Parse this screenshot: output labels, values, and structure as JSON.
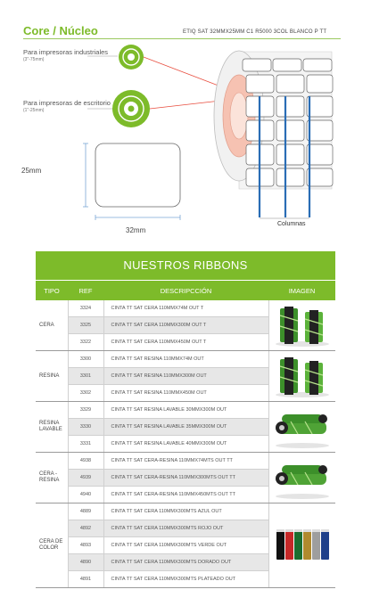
{
  "header": {
    "title": "Core / Núcleo",
    "product_name": "ETIQ SAT 32MMX25MM C1 R5000 3COL BLANCO P TT"
  },
  "cores": {
    "industrial": {
      "label": "Para impresoras industriales",
      "size": "(3\"-75mm)"
    },
    "desktop": {
      "label": "Para impresoras de escritorio",
      "size": "(1\"-25mm)"
    }
  },
  "dimensions": {
    "height": "25mm",
    "width": "32mm",
    "columns": "Columnas"
  },
  "colors": {
    "brand_green": "#7dbb2a",
    "roll_pink": "#f3b5a5",
    "column_blue": "#2a6db5"
  },
  "table": {
    "title": "NUESTROS RIBBONS",
    "headers": {
      "tipo": "TIPO",
      "ref": "REF",
      "desc": "DESCRIPCCIÓN",
      "img": "IMAGEN"
    },
    "groups": [
      {
        "tipo": "CERA",
        "image": "ribbon-rolls-green",
        "rows": [
          {
            "ref": "3324",
            "desc": "CINTA TT SAT CERA 110MMX74M OUT T"
          },
          {
            "ref": "3325",
            "desc": "CINTA TT SAT CERA 110MMX300M OUT T"
          },
          {
            "ref": "3322",
            "desc": "CINTA TT SAT CERA 110MMX450M OUT T"
          }
        ]
      },
      {
        "tipo": "RESINA",
        "image": "ribbon-rolls-green",
        "rows": [
          {
            "ref": "3300",
            "desc": "CINTA TT SAT RESINA 110MMX74M OUT"
          },
          {
            "ref": "3301",
            "desc": "CINTA TT SAT RESINA 110MMX300M OUT"
          },
          {
            "ref": "3302",
            "desc": "CINTA TT SAT RESINA 110MMX450M OUT"
          }
        ]
      },
      {
        "tipo": "RESINA LAVABLE",
        "image": "ribbon-rolls-lying",
        "rows": [
          {
            "ref": "3329",
            "desc": "CINTA TT SAT RESINA LAVABLE 30MMX300M OUT"
          },
          {
            "ref": "3330",
            "desc": "CINTA TT SAT RESINA LAVABLE 35MMX300M OUT"
          },
          {
            "ref": "3331",
            "desc": "CINTA TT SAT RESINA LAVABLE 40MMX300M OUT"
          }
        ]
      },
      {
        "tipo": "CERA - RESINA",
        "image": "ribbon-rolls-lying",
        "rows": [
          {
            "ref": "4938",
            "desc": "CINTA TT SAT CERA-RESINA 110MMX74MTS OUT TT"
          },
          {
            "ref": "4939",
            "desc": "CINTA TT SAT CERA-RESINA 110MMX300MTS OUT TT"
          },
          {
            "ref": "4940",
            "desc": "CINTA TT SAT CERA-RESINA 110MMX450MTS OUT TT"
          }
        ]
      },
      {
        "tipo": "CERA DE COLOR",
        "image": "color-ribbon-rolls",
        "rows": [
          {
            "ref": "4889",
            "desc": "CINTA TT SAT CERA 110MMX300MTS AZUL OUT"
          },
          {
            "ref": "4892",
            "desc": "CINTA TT SAT CERA 110MMX300MTS ROJO OUT"
          },
          {
            "ref": "4893",
            "desc": "CINTA TT SAT CERA 110MMX300MTS VERDE OUT"
          },
          {
            "ref": "4890",
            "desc": "CINTA TT SAT CERA 110MMX300MTS DORADO OUT"
          },
          {
            "ref": "4891",
            "desc": "CINTA TT SAT CERA 110MMX300MTS PLATEADO OUT"
          }
        ]
      }
    ]
  }
}
